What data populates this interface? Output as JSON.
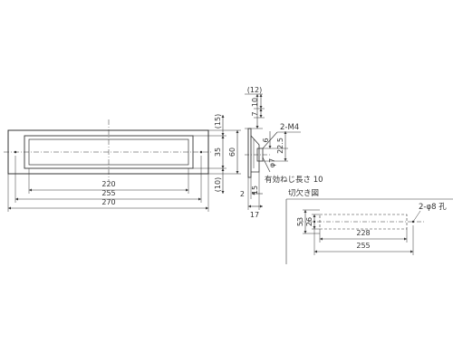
{
  "front_view": {
    "dims": {
      "inner_width": "220",
      "hole_pitch": "255",
      "overall_width": "270",
      "inner_height": "35",
      "overall_height": "60",
      "top_margin": "(15)",
      "bottom_margin": "(10)"
    }
  },
  "side_view": {
    "dims": {
      "top_total": "(12)",
      "d10": "10",
      "d7": "7",
      "d6": "6",
      "d22_5": "22.5",
      "phi7": "φ7",
      "d2": "2",
      "d15": "15",
      "d17": "17"
    },
    "screw_label": "2-M4",
    "thread_note": "有効ねじ長さ 10"
  },
  "cutout": {
    "title": "切欠き図",
    "hole_note": "2-φ8 孔",
    "dims": {
      "height": "53",
      "inner_height": "26",
      "width": "228",
      "hole_pitch": "255"
    }
  }
}
